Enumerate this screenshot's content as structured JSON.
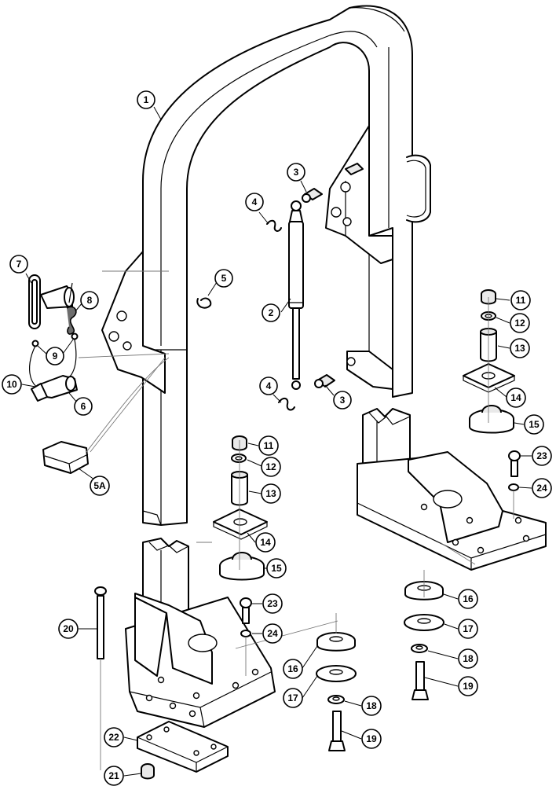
{
  "callouts": {
    "c1": "1",
    "c2": "2",
    "c3a": "3",
    "c3b": "3",
    "c4a": "4",
    "c4b": "4",
    "c5": "5",
    "c5a": "5A",
    "c6": "6",
    "c7": "7",
    "c8": "8",
    "c9": "9",
    "c10": "10",
    "c11a": "11",
    "c11b": "11",
    "c12a": "12",
    "c12b": "12",
    "c13a": "13",
    "c13b": "13",
    "c14a": "14",
    "c14b": "14",
    "c15a": "15",
    "c15b": "15",
    "c16a": "16",
    "c16b": "16",
    "c17a": "17",
    "c17b": "17",
    "c18a": "18",
    "c18b": "18",
    "c19a": "19",
    "c19b": "19",
    "c20": "20",
    "c21": "21",
    "c22": "22",
    "c23a": "23",
    "c23b": "23",
    "c24a": "24",
    "c24b": "24"
  }
}
